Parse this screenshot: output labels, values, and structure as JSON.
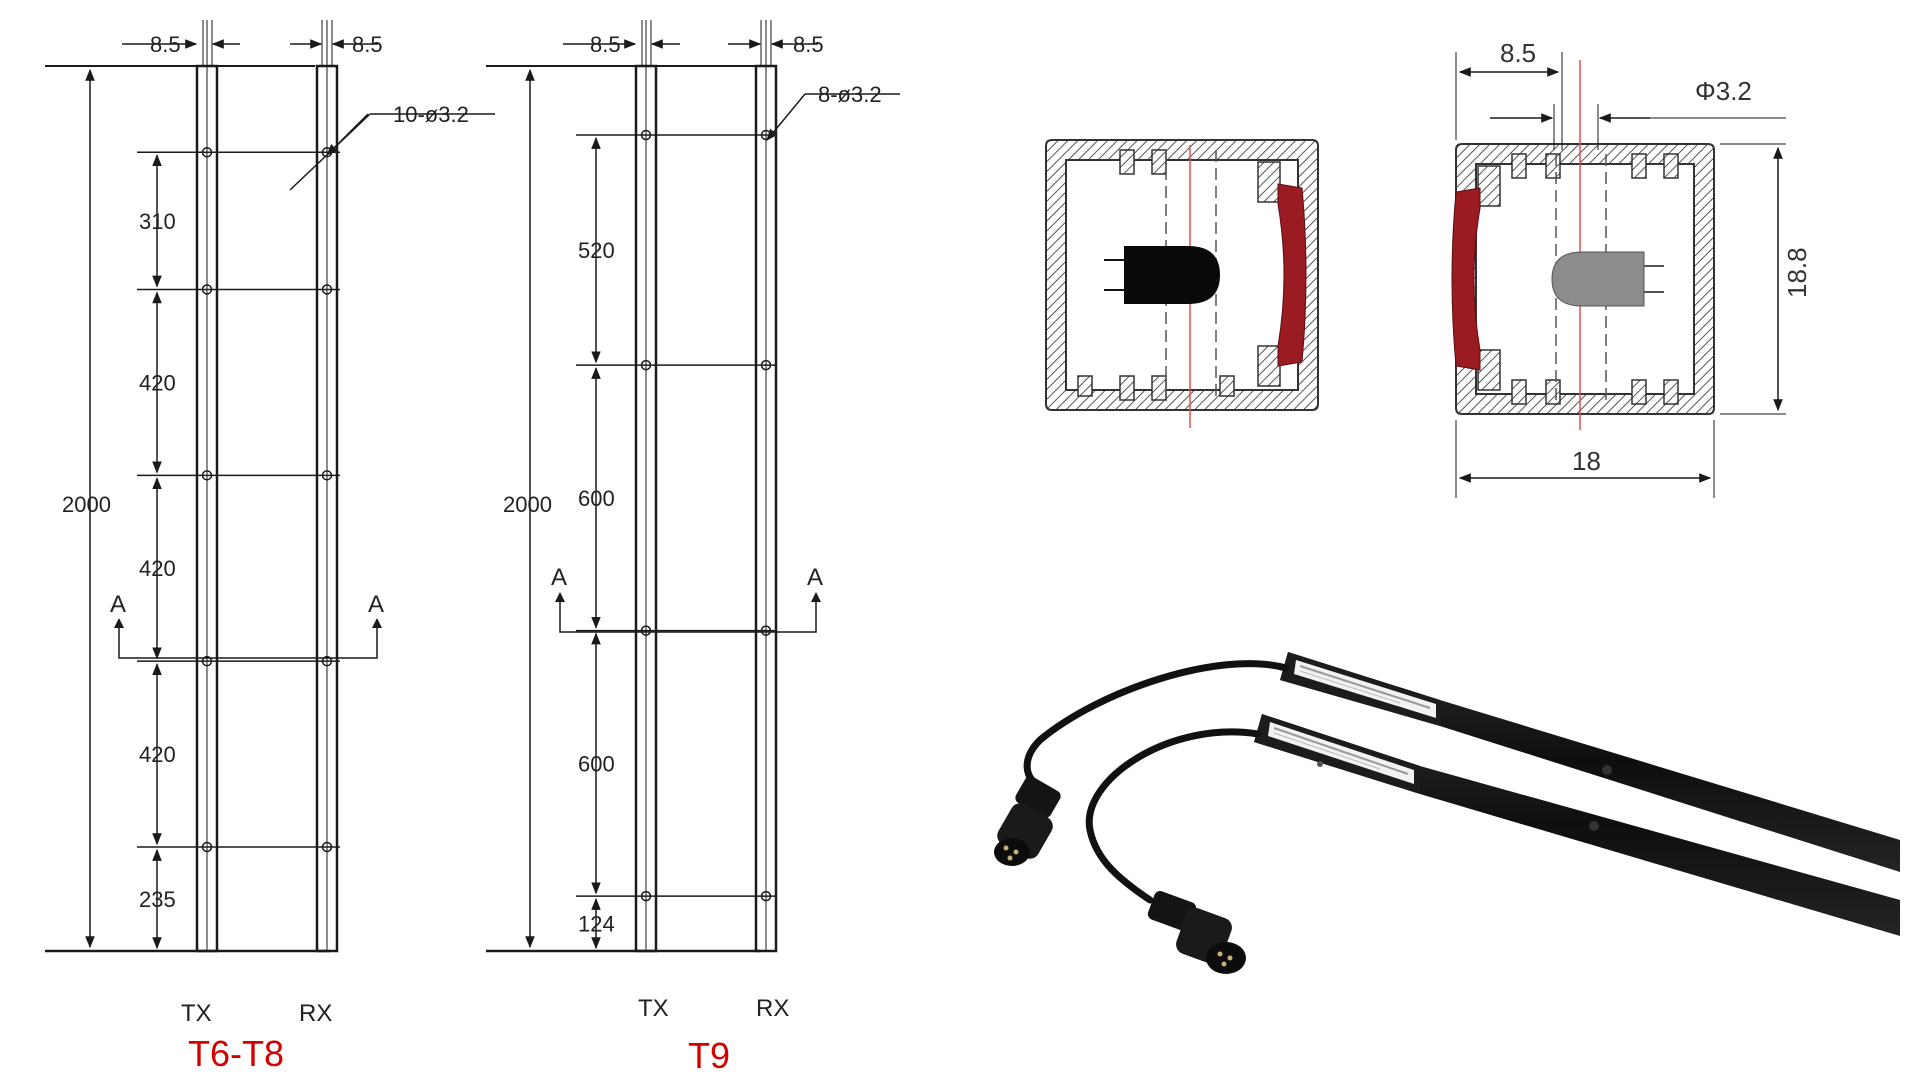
{
  "t6t8": {
    "top_gap_left": "8.5",
    "top_gap_right": "8.5",
    "hole_callout": "10-ø3.2",
    "total_height": "2000",
    "segments": [
      {
        "label": "310",
        "mm": 310
      },
      {
        "label": "420",
        "mm": 420
      },
      {
        "label": "420",
        "mm": 420
      },
      {
        "label": "420",
        "mm": 420
      },
      {
        "label": "235",
        "mm": 235
      }
    ],
    "section_marker": "A",
    "tx_label": "TX",
    "rx_label": "RX",
    "model_label": "T6-T8"
  },
  "t9": {
    "top_gap_left": "8.5",
    "top_gap_right": "8.5",
    "hole_callout": "8-ø3.2",
    "total_height": "2000",
    "segments": [
      {
        "label": "520",
        "mm": 520
      },
      {
        "label": "600",
        "mm": 600
      },
      {
        "label": "600",
        "mm": 600
      },
      {
        "label": "124",
        "mm": 124
      }
    ],
    "section_marker": "A",
    "tx_label": "TX",
    "rx_label": "RX",
    "model_label": "T9"
  },
  "cross_section": {
    "width_label": "18",
    "height_label": "18.8",
    "offset_label": "8.5",
    "diameter_label": "Φ3.2"
  },
  "colors": {
    "line": "#1a1a1a",
    "model_text": "#d40000",
    "lens_red": "#9a1b22",
    "axis_red": "#e05050",
    "hatch": "#555555",
    "bar_black": "#141414"
  }
}
